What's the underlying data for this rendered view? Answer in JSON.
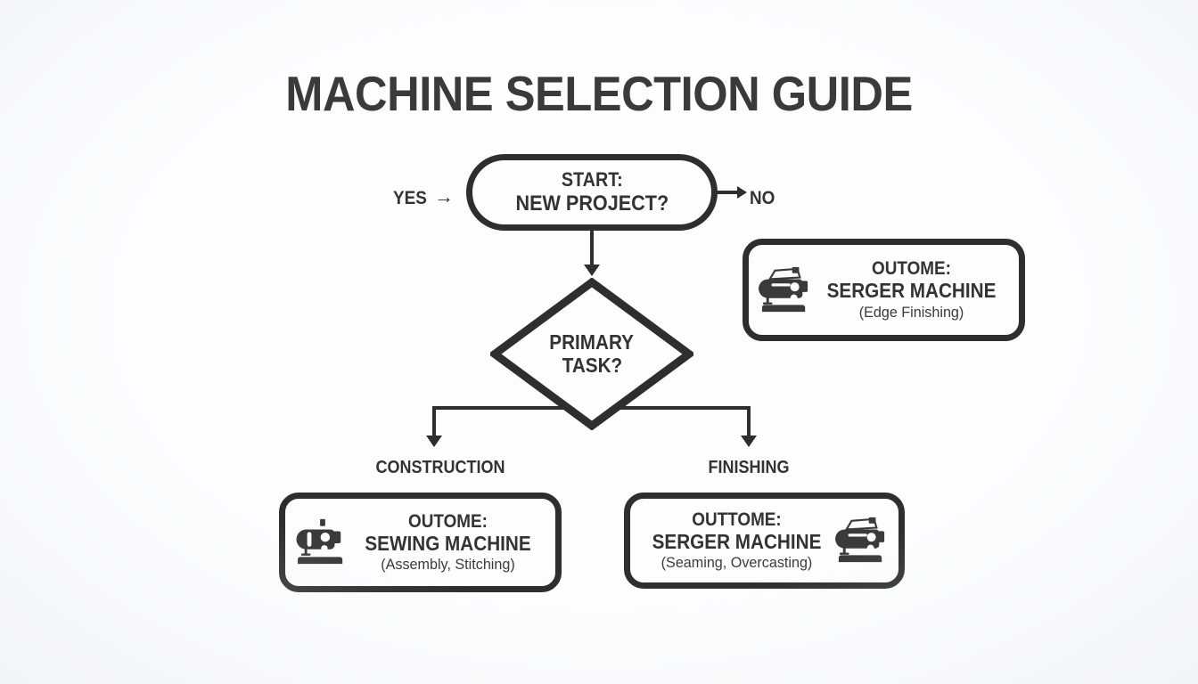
{
  "page": {
    "title": "MACHINE SELECTION GUIDE",
    "background_color": "#fdfdfe",
    "ink_color": "#2e2e2e",
    "text_color": "#333333"
  },
  "flowchart": {
    "type": "decision-flowchart",
    "start_node": {
      "shape": "stadium",
      "line1": "START:",
      "line2": "NEW PROJECT?"
    },
    "edge_labels": {
      "yes": "YES",
      "no": "NO",
      "left_branch": "CONSTRUCTION",
      "right_branch": "FINISHING"
    },
    "decision_node": {
      "shape": "diamond",
      "line1": "PRIMARY",
      "line2": "TASK?"
    },
    "outcomes": [
      {
        "id": "serger-edge",
        "icon": "sewing-machine-icon",
        "icon_position": "left",
        "heading": "OUTOME:",
        "machine": "SERGER MACHINE",
        "detail": "(Edge Finishing)"
      },
      {
        "id": "sewing",
        "icon": "sewing-machine-icon",
        "icon_position": "left",
        "heading": "OUTOME:",
        "machine": "SEWING MACHINE",
        "detail": "(Assembly, Stitching)"
      },
      {
        "id": "serger-seam",
        "icon": "sewing-machine-icon",
        "icon_position": "right",
        "heading": "OUTTOME:",
        "machine": "SERGER MACHINE",
        "detail": "(Seaming, Overcasting)"
      }
    ],
    "arrow_glyph": "→"
  }
}
